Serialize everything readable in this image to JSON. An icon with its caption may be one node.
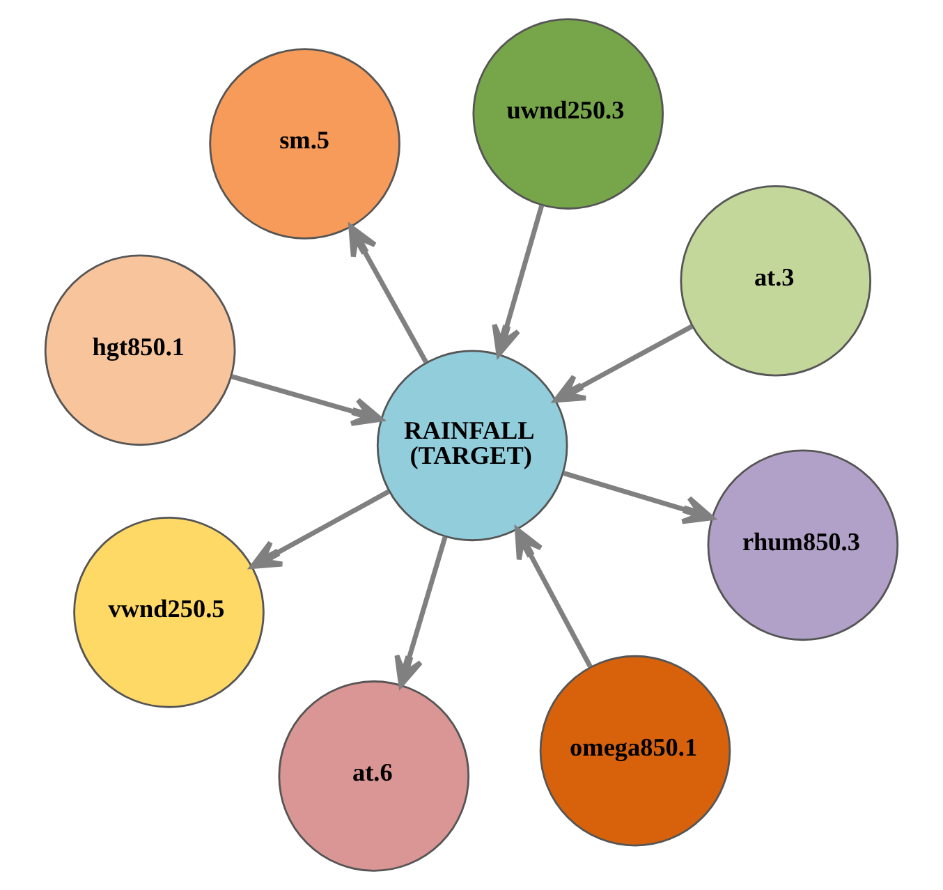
{
  "diagram": {
    "nodes": [
      {
        "text": [
          "hgt850.1"
        ]
      },
      {
        "text": [
          "at.3"
        ]
      },
      {
        "text": [
          "omega850.1"
        ]
      },
      {
        "text": [
          "uwnd250.3"
        ]
      },
      {
        "text": [
          "RAINFALL (TARGET)"
        ]
      },
      {
        "text": [
          "sm.5"
        ]
      },
      {
        "text": [
          "vwnd250.5"
        ]
      },
      {
        "text": [
          "rhum850.3"
        ]
      },
      {
        "text": [
          "at.6"
        ]
      }
    ],
    "edges": [
      {
        "from": 1,
        "to": 4,
        "arrow": "to"
      },
      {
        "from": 0,
        "to": 4,
        "arrow": "to"
      },
      {
        "from": 2,
        "to": 4,
        "arrow": "to"
      },
      {
        "from": 3,
        "to": 4,
        "arrow": "to"
      },
      {
        "from": 4,
        "to": 5,
        "arrow": "to"
      },
      {
        "from": 4,
        "to": 6,
        "arrow": "to"
      },
      {
        "from": 4,
        "to": 8,
        "arrow": "to"
      },
      {
        "from": 4,
        "to": 7,
        "arrow": "to"
      }
    ]
  }
}
